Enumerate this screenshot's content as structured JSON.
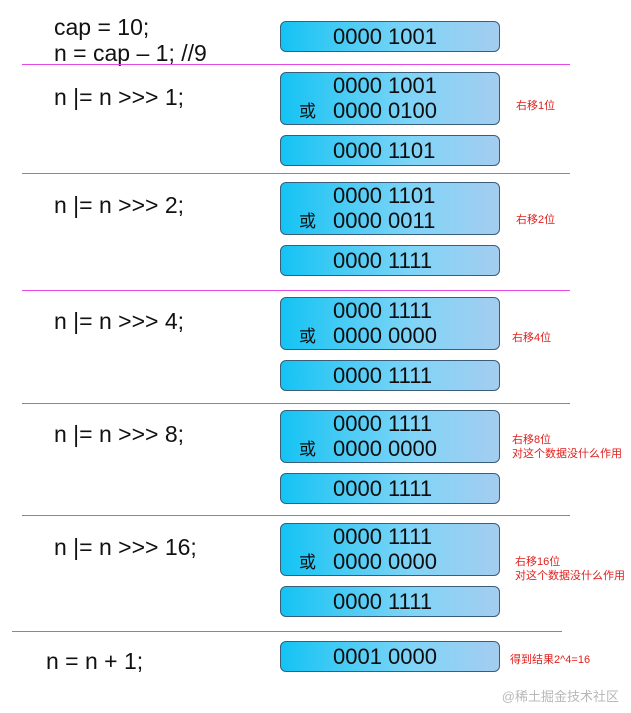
{
  "header": {
    "code_line1": "cap = 10;",
    "code_line2": "n = cap – 1; //9",
    "initial_bits": "0000 1001"
  },
  "steps": [
    {
      "code": "n |= n >>> 1;",
      "a": "0000 1001",
      "op": "或",
      "b": "0000 0100",
      "result": "0000 1101",
      "note": "右移1位"
    },
    {
      "code": "n |= n >>> 2;",
      "a": "0000 1101",
      "op": "或",
      "b": "0000 0011",
      "result": "0000 1111",
      "note": "右移2位"
    },
    {
      "code": "n |= n >>> 4;",
      "a": "0000 1111",
      "op": "或",
      "b": "0000 0000",
      "result": "0000 1111",
      "note": "右移4位"
    },
    {
      "code": "n |= n >>> 8;",
      "a": "0000 1111",
      "op": "或",
      "b": "0000 0000",
      "result": "0000 1111",
      "note": "右移8位\n对这个数据没什么作用"
    },
    {
      "code": "n |= n >>> 16;",
      "a": "0000 1111",
      "op": "或",
      "b": "0000 0000",
      "result": "0000 1111",
      "note": "右移16位\n对这个数据没什么作用"
    }
  ],
  "final": {
    "code": "n = n + 1;",
    "bits": "0001 0000",
    "note": "得到结果2^4=16"
  },
  "watermark": "@稀土掘金技术社区",
  "colors": {
    "divider": "#e64ae6",
    "box_gradient_start": "#14c3f3",
    "box_gradient_end": "#a4cdf0",
    "box_border": "#3a5d7a",
    "note": "#e0201e"
  }
}
